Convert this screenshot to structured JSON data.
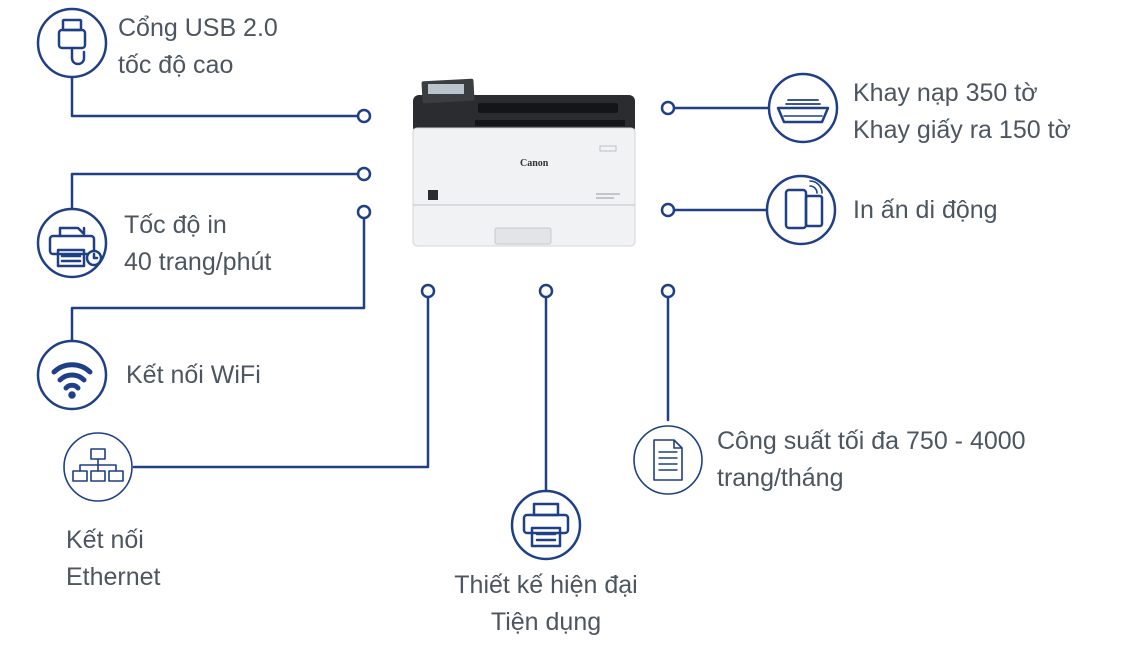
{
  "features": {
    "usb": {
      "line1": "Cổng USB 2.0",
      "line2": "tốc độ cao",
      "icon": "usb-plug-icon"
    },
    "speed": {
      "line1": "Tốc độ in",
      "line2": "40 trang/phút",
      "icon": "printer-speed-icon"
    },
    "wifi": {
      "line1": "Kết nối WiFi",
      "icon": "wifi-icon"
    },
    "ethernet": {
      "line1": "Kết nối",
      "line2": "Ethernet",
      "icon": "network-icon"
    },
    "design": {
      "line1": "Thiết kế hiện đại",
      "line2": "Tiện dụng",
      "icon": "printer-icon"
    },
    "duty": {
      "line1": "Công suất tối đa 750 - 4000",
      "line2": "trang/tháng",
      "icon": "document-icon"
    },
    "mobile": {
      "line1": "In ấn di động",
      "icon": "mobile-devices-icon"
    },
    "tray": {
      "line1": "Khay nạp 350 tờ",
      "line2": "Khay giấy ra 150 tờ",
      "icon": "paper-tray-icon"
    }
  },
  "printer": {
    "brand": "Canon"
  },
  "colors": {
    "accent": "#1f3f86",
    "text": "#4c5661"
  }
}
